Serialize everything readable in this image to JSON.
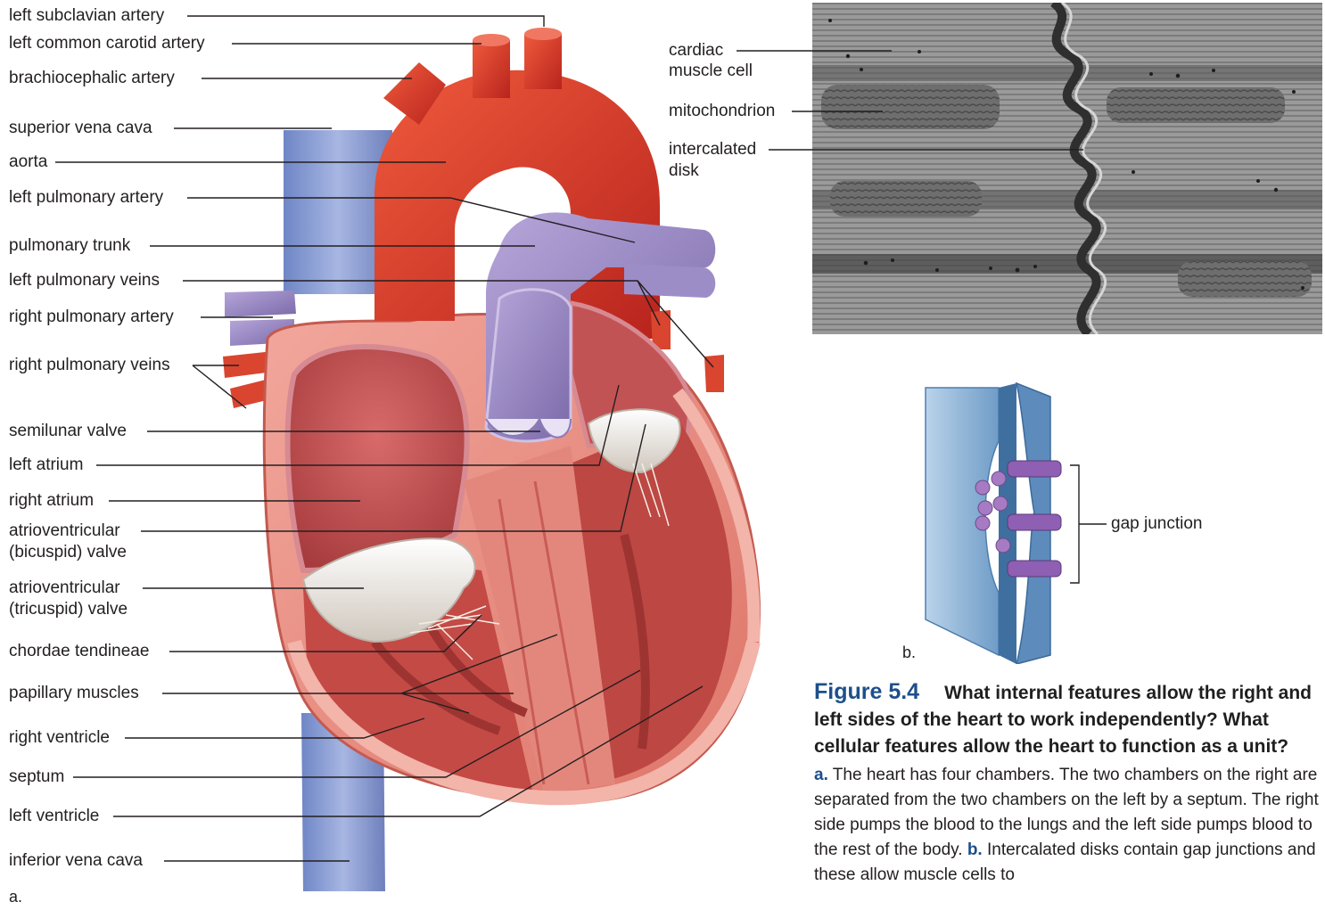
{
  "heart_labels": {
    "left_subclavian_artery": "left subclavian artery",
    "left_common_carotid_artery": "left common carotid artery",
    "brachiocephalic_artery": "brachiocephalic artery",
    "superior_vena_cava": "superior vena cava",
    "aorta": "aorta",
    "left_pulmonary_artery": "left pulmonary artery",
    "pulmonary_trunk": "pulmonary trunk",
    "left_pulmonary_veins": "left pulmonary veins",
    "right_pulmonary_artery": "right pulmonary artery",
    "right_pulmonary_veins": "right pulmonary veins",
    "semilunar_valve": "semilunar valve",
    "left_atrium": "left atrium",
    "right_atrium": "right atrium",
    "av_bicuspid_line1": "atrioventricular",
    "av_bicuspid_line2": "(bicuspid) valve",
    "av_tricuspid_line1": "atrioventricular",
    "av_tricuspid_line2": "(tricuspid) valve",
    "chordae_tendineae": "chordae tendineae",
    "papillary_muscles": "papillary muscles",
    "right_ventricle": "right ventricle",
    "septum": "septum",
    "left_ventricle": "left ventricle",
    "inferior_vena_cava": "inferior vena cava"
  },
  "micrograph_labels": {
    "cardiac_line1": "cardiac",
    "cardiac_line2": "muscle cell",
    "mitochondrion": "mitochondrion",
    "intercalated_line1": "intercalated",
    "intercalated_line2": "disk"
  },
  "gap_junction_label": "gap junction",
  "part_a": "a.",
  "part_b": "b.",
  "caption": {
    "figure_number": "Figure 5.4",
    "question": "What internal features allow the right and left sides of the heart to work independently? What cellular features allow the heart to function as a unit?",
    "a_label": "a.",
    "a_text": " The heart has four chambers. The two chambers on the right are separated from the two chambers on the left by a septum. The right side pumps the blood to the lungs and the left side pumps blood to the rest of the body. ",
    "b_label": "b.",
    "b_text": " Intercalated disks contain gap junctions and these allow muscle cells to"
  },
  "colors": {
    "artery_red": "#d8352a",
    "vein_blue": "#7d8fc4",
    "pulmonary_purple": "#8a7ab5",
    "heart_pink": "#e98a80",
    "valve_white": "#f2efe9",
    "caption_blue": "#1d4f8c",
    "disk_blue": "#5d8cbc"
  }
}
